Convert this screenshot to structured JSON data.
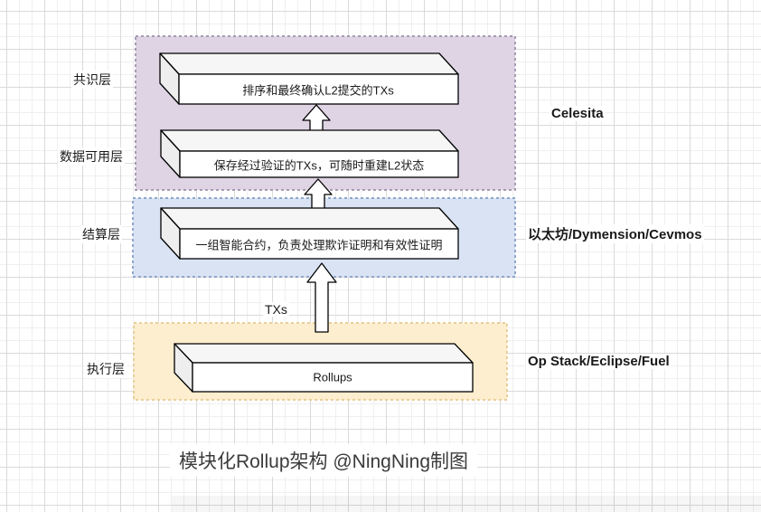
{
  "title": "模块化Rollup架构 @NingNing制图",
  "arrow_label": "TXs",
  "left_labels": {
    "consensus": "共识层",
    "data_availability": "数据可用层",
    "settlement": "结算层",
    "execution": "执行层"
  },
  "boxes": {
    "consensus": "排序和最终确认L2提交的TXs",
    "data_availability": "保存经过验证的TXs，可随时重建L2状态",
    "settlement": "一组智能合约，负责处理欺诈证明和有效性证明",
    "execution": "Rollups"
  },
  "right_labels": {
    "consensus_da": "Celesita",
    "settlement": "以太坊/Dymension/Cevmos",
    "execution": "Op Stack/Eclipse/Fuel"
  },
  "colors": {
    "consensus_da_region": "#ded4e4",
    "consensus_da_border": "#a79bb3",
    "settlement_region": "#d9e3f4",
    "settlement_border": "#8fa6cc",
    "execution_region": "#fceece",
    "execution_border": "#e9cf9a"
  }
}
